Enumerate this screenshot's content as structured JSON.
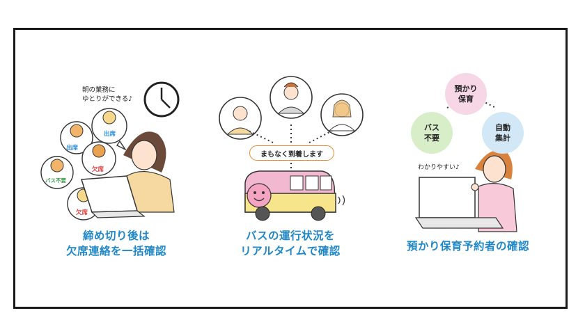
{
  "panels": [
    {
      "bubble_text": [
        "朝の業務に",
        "ゆとりができる♪"
      ],
      "tags": [
        "出席",
        "出席",
        "欠席",
        "バス不要",
        "欠席"
      ],
      "caption": [
        "締め切り後は",
        "欠席連絡を一括確認"
      ]
    },
    {
      "status_pill": "まもなく到着します",
      "caption": [
        "バスの運行状況を",
        "リアルタイムで確認"
      ]
    },
    {
      "circles": [
        "預かり\n保育",
        "バス\n不要",
        "自動\n集計"
      ],
      "speech": "わかりやすい♪",
      "caption": [
        "預かり保育予約者の確認"
      ]
    }
  ],
  "colors": {
    "caption": "#1f86c8",
    "frame": "#1a1a1a",
    "tag_present": "#2f8fd8",
    "tag_absent": "#e23a3a",
    "tag_bus": "#3a9a4a",
    "circle_pink": "#f7d6e6",
    "circle_green": "#d8eec8",
    "circle_blue": "#d2e8f6",
    "bus_body": "#f6e58a",
    "bus_top": "#f2b8cf",
    "pill_border": "#e58a2a"
  }
}
